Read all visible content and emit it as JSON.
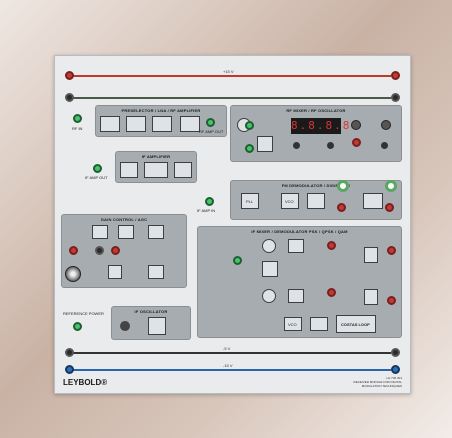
{
  "rails": {
    "top_voltage": "+15 V",
    "bottom_minus5": "-5 V",
    "bottom_minus15": "-15 V"
  },
  "modules": {
    "preselector": "PRESELECTOR / LNA / RF AMPLIFIER",
    "rf_mixer": "RF MIXER / RF OSCILLATOR",
    "if_amplifier": "IF AMPLIFIER",
    "fm_demod": "FM DEMODULATOR / DIGIPHASE",
    "gain_control": "GAIN CONTROL / AGC",
    "if_mixer": "IF MIXER / DEMODULATOR PSK / QPSK / QAM",
    "if_oscillator": "IF OSCILLATOR"
  },
  "labels": {
    "rf_in": "RF IN",
    "rf_amp_out": "RF AMP OUT",
    "if_amp_in": "IF AMP IN",
    "if_amp_out": "IF AMP OUT",
    "costas_loop": "COSTAS LOOP",
    "digital_display": "8.8.8.8",
    "reference_power": "REFERENCE POWER",
    "brand": "LEYBOLD®",
    "fm_pll": "PLL",
    "fm_vco": "VCO",
    "mixer_vco": "VCO"
  },
  "footer": {
    "line1": "LH 736 301",
    "line2": "RECEIVER MODULE FOR DIGITAL",
    "line3": "MODULATION TECHNIQUES"
  }
}
